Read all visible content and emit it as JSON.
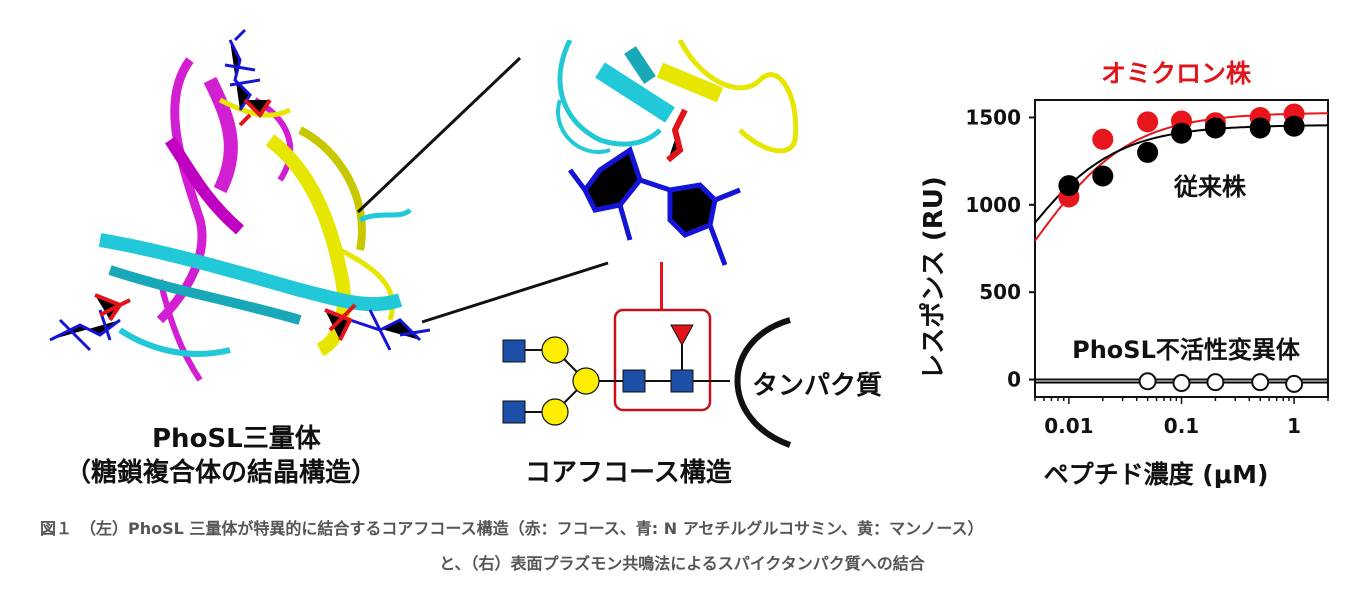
{
  "figure": {
    "left_panel": {
      "label_line1": "PhoSL三量体",
      "label_line2": "（糖鎖複合体の結晶構造）"
    },
    "middle_panel": {
      "protein_label": "タンパク質",
      "structure_label": "コアフコース構造"
    },
    "right_panel": {
      "series_omicron_label": "オミクロン株",
      "series_conventional_label": "従来株",
      "series_mutant_label": "PhoSL不活性変異体"
    },
    "caption": {
      "line1": "図１　（左）PhoSL 三量体が特異的に結合するコアフコース構造（赤：フコース、青: N アセチルグルコサミン、黄：マンノース）",
      "line2": "と、（右）表面プラズモン共鳴法によるスパイクタンパク質への結合"
    },
    "colors": {
      "omicron": "#e8161c",
      "conventional": "#000000",
      "fucose": "#e0141a",
      "glcnac": "#1c4fa8",
      "mannose": "#ffee00"
    }
  },
  "chart_data": {
    "type": "scatter",
    "xlabel": "ペプチド濃度 (μM)",
    "ylabel": "レスポンス (RU)",
    "x_scale": "log",
    "xlim": [
      0.005,
      2
    ],
    "ylim": [
      -100,
      1600
    ],
    "x_ticks": [
      "0.01",
      "0.1",
      "1"
    ],
    "y_ticks": [
      "0",
      "500",
      "1000",
      "1500"
    ],
    "series": [
      {
        "name": "オミクロン株",
        "marker": "filled-circle",
        "color": "#e8161c",
        "x": [
          0.01,
          0.02,
          0.05,
          0.1,
          0.2,
          0.5,
          1
        ],
        "y": [
          1045,
          1375,
          1475,
          1480,
          1470,
          1500,
          1520
        ],
        "fit": true
      },
      {
        "name": "従来株",
        "marker": "filled-circle",
        "color": "#000000",
        "x": [
          0.01,
          0.02,
          0.05,
          0.1,
          0.2,
          0.5,
          1
        ],
        "y": [
          1110,
          1165,
          1300,
          1410,
          1440,
          1440,
          1450
        ],
        "fit": true
      },
      {
        "name": "PhoSL不活性変異体",
        "marker": "open-circle",
        "color": "#000000",
        "x": [
          0.05,
          0.1,
          0.2,
          0.5,
          1
        ],
        "y": [
          -10,
          -20,
          -15,
          -15,
          -25
        ],
        "fit": true
      }
    ]
  }
}
